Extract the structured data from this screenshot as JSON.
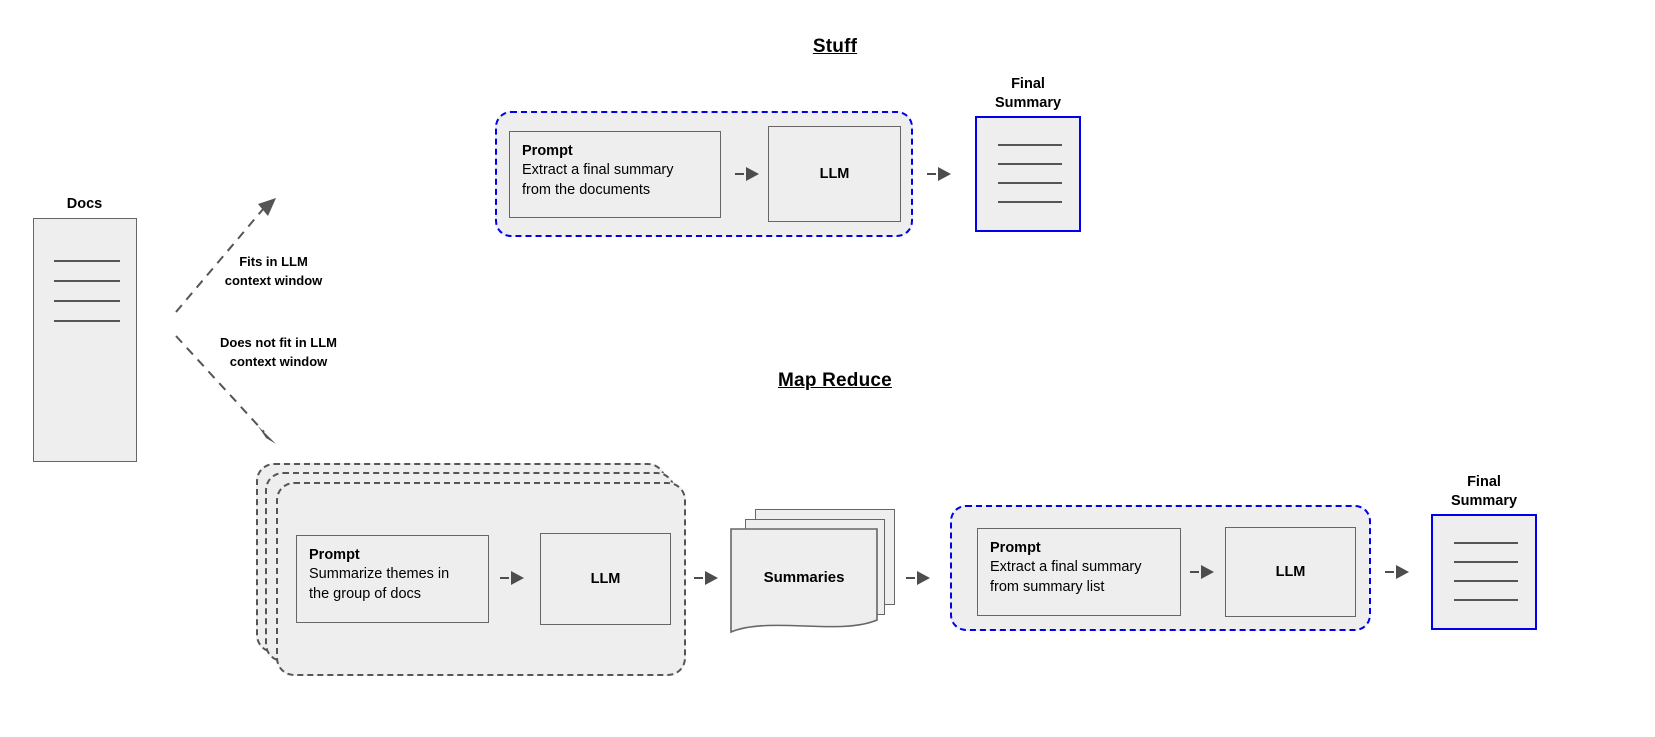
{
  "diagram": {
    "title_stuff": "Stuff",
    "title_map_reduce": "Map Reduce"
  },
  "source": {
    "docs_label": "Docs"
  },
  "branches": [
    {
      "label_line1": "Fits in LLM",
      "label_line2": "context window"
    },
    {
      "label_line1": "Does not fit in LLM",
      "label_line2": "context window"
    }
  ],
  "stuff": {
    "prompt": {
      "title": "Prompt",
      "line1": "Extract a final summary",
      "line2": "from the documents"
    },
    "llm_label": "LLM",
    "final_summary": {
      "caption_line1": "Final",
      "caption_line2": "Summary"
    }
  },
  "map_reduce": {
    "map": {
      "prompt": {
        "title": "Prompt",
        "line1": "Summarize themes in",
        "line2": "the group of docs"
      },
      "llm_label": "LLM"
    },
    "summaries_label": "Summaries",
    "reduce": {
      "prompt": {
        "title": "Prompt",
        "line1": "Extract a final summary",
        "line2": "from summary list"
      },
      "llm_label": "LLM"
    },
    "final_summary": {
      "caption_line1": "Final",
      "caption_line2": "Summary"
    }
  },
  "colors": {
    "group_border_blue": "#0000ee",
    "group_border_gray": "#555555",
    "node_fill": "#eeeeee",
    "node_border": "#666666",
    "arrow": "#4d4d4d",
    "final_summary_border": "#0000ee"
  }
}
